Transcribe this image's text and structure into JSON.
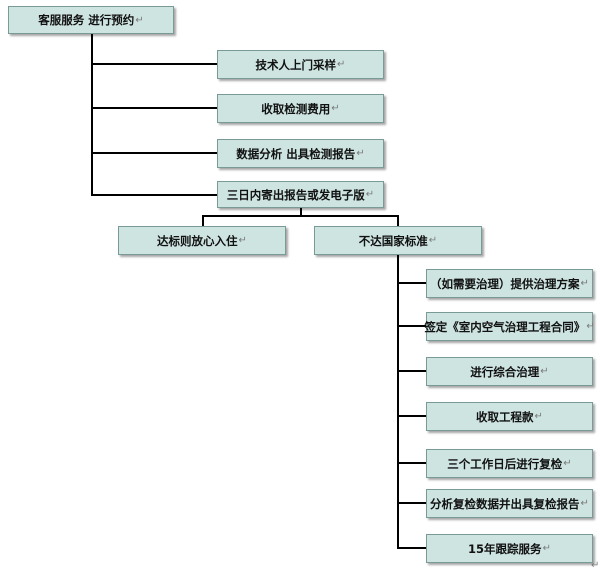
{
  "diagram": {
    "root": "客服服务 进行预约",
    "steps": [
      "技术人上门采样",
      "收取检测费用",
      "数据分析 出具检测报告",
      "三日内寄出报告或发电子版"
    ],
    "branch_pass": "达标则放心入住",
    "branch_fail": "不达国家标准",
    "fail_steps": [
      "（如需要治理）提供治理方案",
      "签定《室内空气治理工程合同》",
      "进行综合治理",
      "收取工程款",
      "三个工作日后进行复检",
      "分析复检数据并出具复检报告",
      "15年跟踪服务"
    ],
    "paragraph_mark": "↵"
  }
}
